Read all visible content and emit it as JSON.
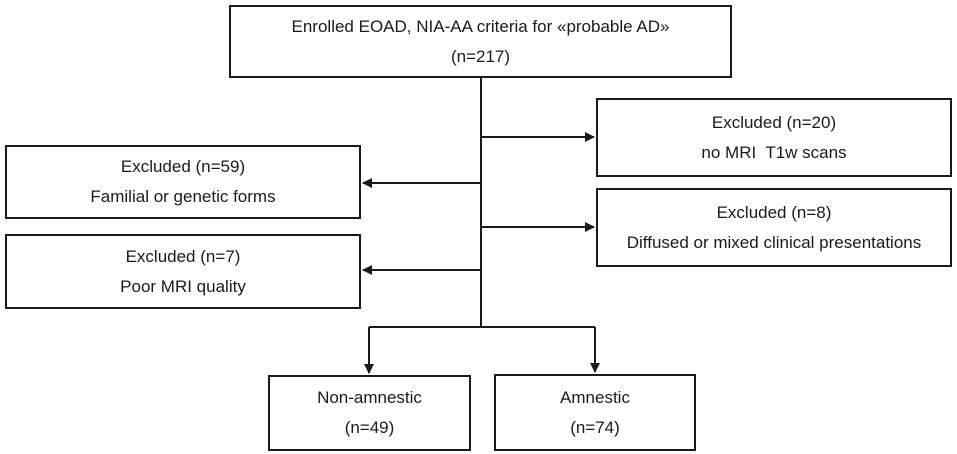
{
  "flowchart": {
    "enrolled": {
      "line1": "Enrolled EOAD, NIA-AA criteria for «probable AD»",
      "line2": "(n=217)"
    },
    "excluded_mri": {
      "line1": "Excluded (n=20)",
      "line2": "no MRI  T1w scans"
    },
    "excluded_familial": {
      "line1": "Excluded (n=59)",
      "line2": "Familial or genetic forms"
    },
    "excluded_diffused": {
      "line1": "Excluded (n=8)",
      "line2": "Diffused or mixed clinical presentations"
    },
    "excluded_quality": {
      "line1": "Excluded (n=7)",
      "line2": "Poor MRI quality"
    },
    "non_amnestic": {
      "line1": "Non-amnestic",
      "line2": "(n=49)"
    },
    "amnestic": {
      "line1": "Amnestic",
      "line2": "(n=74)"
    }
  },
  "colors": {
    "stroke": "#1a1a1a",
    "background": "#ffffff"
  }
}
